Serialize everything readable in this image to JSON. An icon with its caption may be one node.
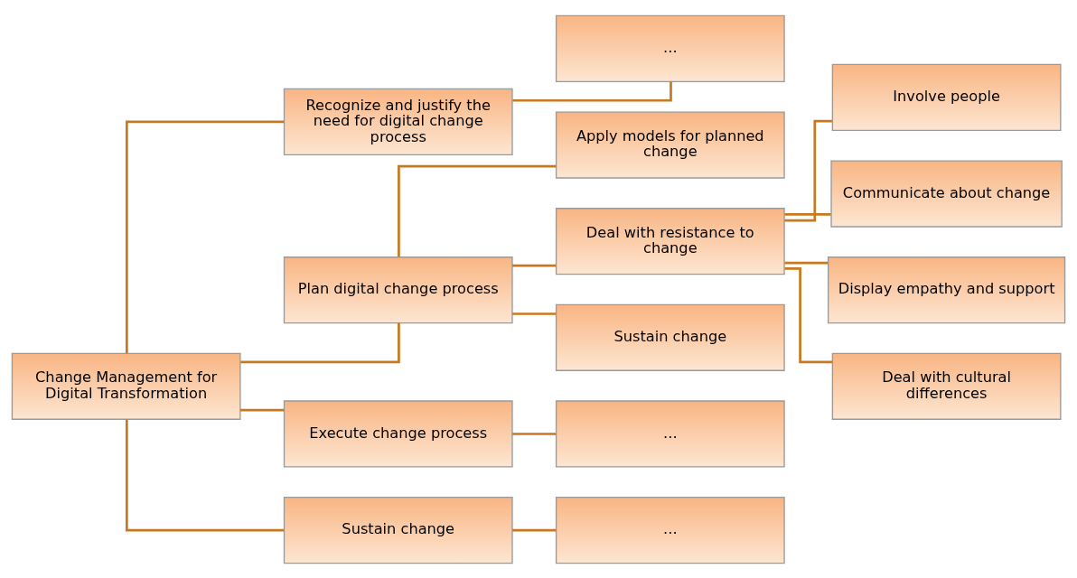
{
  "diagram": {
    "nodes": [
      {
        "text": [
          "Change Management for Digital Transformation"
        ]
      },
      {
        "text": [
          "Recognize and justify the need for digital change process"
        ]
      },
      {
        "text": [
          "..."
        ]
      },
      {
        "text": [
          "Plan digital change process"
        ]
      },
      {
        "text": [
          "Apply models for planned change"
        ]
      },
      {
        "text": [
          "Deal with resistance to change"
        ]
      },
      {
        "text": [
          "Involve people"
        ]
      },
      {
        "text": [
          "Communicate about change"
        ]
      },
      {
        "text": [
          "Display empathy and support"
        ]
      },
      {
        "text": [
          "Deal with cultural differences"
        ]
      },
      {
        "text": [
          "Sustain change"
        ]
      },
      {
        "text": [
          "Execute change process"
        ]
      },
      {
        "text": [
          "..."
        ]
      },
      {
        "text": [
          "Sustain change"
        ]
      },
      {
        "text": [
          "..."
        ]
      }
    ],
    "edges": [
      {
        "from": 0,
        "to": 1,
        "arrow": "none"
      },
      {
        "from": 0,
        "to": 3,
        "arrow": "none"
      },
      {
        "from": 0,
        "to": 11,
        "arrow": "none"
      },
      {
        "from": 0,
        "to": 13,
        "arrow": "none"
      },
      {
        "from": 1,
        "to": 2,
        "arrow": "none"
      },
      {
        "from": 3,
        "to": 4,
        "arrow": "none"
      },
      {
        "from": 3,
        "to": 5,
        "arrow": "none"
      },
      {
        "from": 3,
        "to": 10,
        "arrow": "none"
      },
      {
        "from": 5,
        "to": 6,
        "arrow": "none"
      },
      {
        "from": 5,
        "to": 7,
        "arrow": "none"
      },
      {
        "from": 5,
        "to": 8,
        "arrow": "none"
      },
      {
        "from": 5,
        "to": 9,
        "arrow": "none"
      },
      {
        "from": 11,
        "to": 12,
        "arrow": "none"
      },
      {
        "from": 13,
        "to": 14,
        "arrow": "none"
      }
    ]
  }
}
